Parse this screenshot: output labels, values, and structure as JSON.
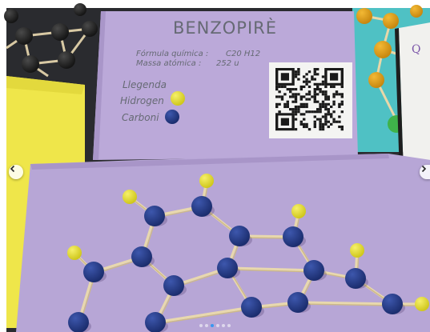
{
  "photo": {
    "title": "BENZOPIRÈ",
    "formula_label": "Fórmula química :",
    "formula_value": "C20 H12",
    "mass_label": "Massa atómica :",
    "mass_value": "252 u",
    "legend_title": "Llegenda",
    "legend_hydrogen": "Hidrogen",
    "legend_carbon": "Carboni",
    "right_card_text": "Q",
    "colors": {
      "paper_purple": "#b8a8d6",
      "hydrogen_ball": "#e6df2a",
      "carbon_ball": "#243a86",
      "yellow_card": "#efe64a"
    }
  },
  "carousel": {
    "prev_icon": "chevron-left-icon",
    "next_icon": "chevron-right-icon",
    "dot_count": 6,
    "active_dot": 2
  }
}
